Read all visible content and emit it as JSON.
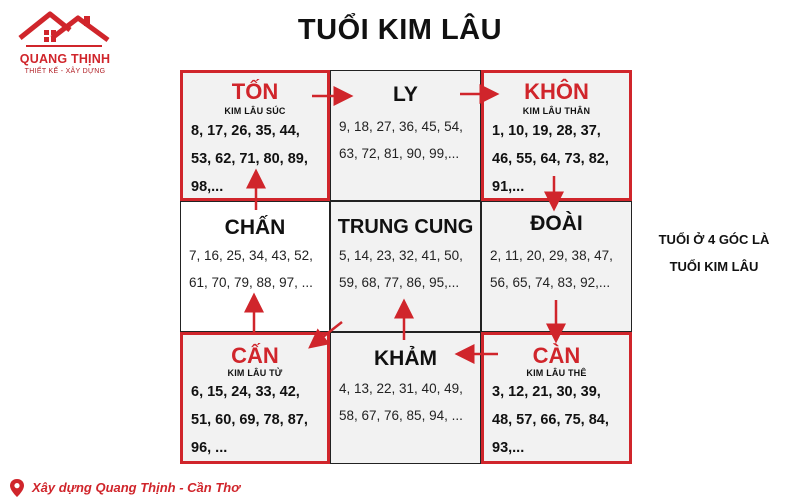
{
  "logo": {
    "brand": "QUANG THỊNH",
    "tagline": "THIẾT KẾ - XÂY DỰNG",
    "color": "#d0252b",
    "icon": "house-roof-icon"
  },
  "title": "TUỔI KIM LÂU",
  "cells": {
    "ton": {
      "name": "TỐN",
      "sub": "KIM LÂU SÚC",
      "nums": "8, 17, 26, 35, 44, 53, 62, 71, 80, 89, 98,..."
    },
    "ly": {
      "name": "LY",
      "nums": "9, 18, 27, 36, 45, 54, 63, 72, 81, 90, 99,..."
    },
    "khon": {
      "name": "KHÔN",
      "sub": "KIM LÂU THÂN",
      "nums": "1, 10, 19, 28, 37, 46, 55, 64, 73, 82, 91,..."
    },
    "chan": {
      "name": "CHẤN",
      "nums": "7, 16, 25, 34, 43, 52, 61, 70, 79, 88, 97, ..."
    },
    "trung": {
      "name": "TRUNG CUNG",
      "nums": "5, 14, 23, 32, 41, 50, 59, 68, 77, 86, 95,..."
    },
    "doai": {
      "name": "ĐOÀI",
      "nums": "2, 11, 20, 29, 38, 47, 56, 65, 74, 83, 92,..."
    },
    "can_left": {
      "name": "CẤN",
      "sub": "KIM LÂU TỬ",
      "nums": "6, 15, 24, 33, 42, 51, 60, 69, 78, 87, 96, ..."
    },
    "kham": {
      "name": "KHẢM",
      "nums": "4, 13, 22, 31, 40, 49, 58, 67, 76, 85, 94, ..."
    },
    "can_right": {
      "name": "CÀN",
      "sub": "KIM LÂU THÊ",
      "nums": "3, 12, 21, 30, 39, 48, 57, 66, 75, 84, 93,..."
    }
  },
  "side_note": {
    "line1": "TUỔI Ở 4 GÓC LÀ",
    "line2": "TUỔI KIM LÂU"
  },
  "footer": {
    "text": "Xây dựng Quang Thịnh - Cần Thơ",
    "icon": "location-pin-icon"
  },
  "colors": {
    "accent": "#d0252b",
    "cell_bg": "#f2f2f2",
    "text": "#111111"
  }
}
